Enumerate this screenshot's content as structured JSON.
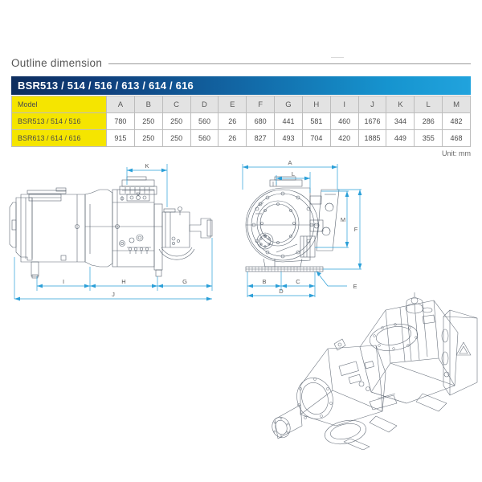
{
  "page": {
    "section_title": "Outline dimension",
    "background_color": "#ffffff"
  },
  "model_bar": {
    "label": "BSR513 / 514 / 516 / 613 / 614 / 616",
    "gradient_from": "#0d2d5e",
    "gradient_to": "#21a3dd",
    "text_color": "#ffffff"
  },
  "spec_table": {
    "header_fill": "#e3e3e3",
    "model_cell_fill": "#f5e500",
    "border_color": "#bdbdbd",
    "columns": [
      "Model",
      "A",
      "B",
      "C",
      "D",
      "E",
      "F",
      "G",
      "H",
      "I",
      "J",
      "K",
      "L",
      "M"
    ],
    "rows": [
      {
        "model": "BSR513 / 514 / 516",
        "values": [
          "780",
          "250",
          "250",
          "560",
          "26",
          "680",
          "441",
          "581",
          "460",
          "1676",
          "344",
          "286",
          "482"
        ]
      },
      {
        "model": "BSR613 / 614 / 616",
        "values": [
          "915",
          "250",
          "250",
          "560",
          "26",
          "827",
          "493",
          "704",
          "420",
          "1885",
          "449",
          "355",
          "468"
        ]
      }
    ],
    "unit_note": "Unit: mm"
  },
  "drawings": {
    "side_view": {
      "name": "side-view-drawing",
      "line_color": "#5a6470",
      "dimension_color": "#2a9fd8",
      "dimension_labels": [
        "K",
        "I",
        "H",
        "G",
        "J"
      ]
    },
    "end_view": {
      "name": "end-view-drawing",
      "line_color": "#5a6470",
      "dimension_color": "#2a9fd8",
      "dimension_labels": [
        "A",
        "L",
        "M",
        "F",
        "B",
        "C",
        "D",
        "E"
      ]
    },
    "product_photo": {
      "name": "product-isometric-drawing",
      "line_color": "#6b737e"
    }
  }
}
